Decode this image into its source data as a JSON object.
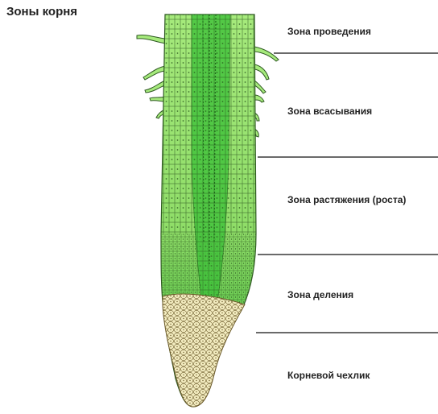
{
  "title": "Зоны корня",
  "zones": [
    {
      "label": "Зона проведения"
    },
    {
      "label": "Зона всасывания"
    },
    {
      "label": "Зона растяжения (роста)"
    },
    {
      "label": "Зона деления"
    },
    {
      "label": "Корневой чехлик"
    }
  ],
  "colors": {
    "cortex_light": "#a6ea7c",
    "cortex_mid": "#7fd45a",
    "stele": "#3fc23a",
    "meristem": "#5ac84a",
    "root_cap": "#f3ecc0",
    "cell_outline": "#2f5a22",
    "divider": "#111111"
  }
}
